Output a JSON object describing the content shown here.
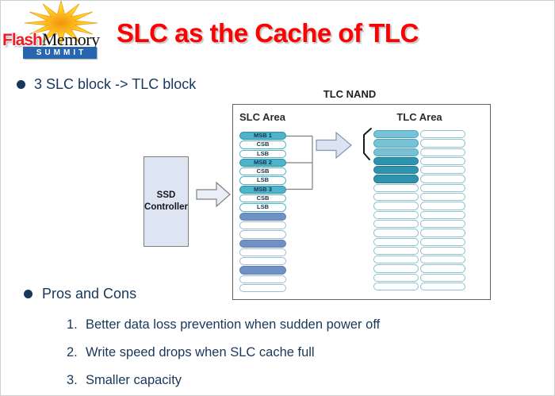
{
  "logo": {
    "brand_flash": "Flash",
    "brand_memory": "Memory",
    "brand_summit": "SUMMIT"
  },
  "title": "SLC as the Cache of TLC",
  "bullets": {
    "b1": "3 SLC block -> TLC block",
    "b2": "Pros and Cons"
  },
  "numbered_list": [
    {
      "num": "1.",
      "text": "Better data loss prevention when sudden power off"
    },
    {
      "num": "2.",
      "text": "Write speed drops when SLC cache full"
    },
    {
      "num": "3.",
      "text": "Smaller capacity"
    }
  ],
  "diagram": {
    "nand_label": "TLC NAND",
    "slc_area_label": "SLC Area",
    "tlc_area_label": "TLC Area",
    "controller_line1": "SSD",
    "controller_line2": "Controller",
    "slc_rows": [
      {
        "label": "MSB 1",
        "type": "msb"
      },
      {
        "label": "CSB",
        "type": "plain-teal"
      },
      {
        "label": "LSB",
        "type": "plain-teal"
      },
      {
        "label": "MSB 2",
        "type": "msb"
      },
      {
        "label": "CSB",
        "type": "plain-teal"
      },
      {
        "label": "LSB",
        "type": "plain-teal"
      },
      {
        "label": "MSB 3",
        "type": "msb"
      },
      {
        "label": "CSB",
        "type": "plain-teal"
      },
      {
        "label": "LSB",
        "type": "plain-teal"
      },
      {
        "label": "",
        "type": "blue"
      },
      {
        "label": "",
        "type": "plain-blue"
      },
      {
        "label": "",
        "type": "plain-blue"
      },
      {
        "label": "",
        "type": "blue"
      },
      {
        "label": "",
        "type": "plain-blue"
      },
      {
        "label": "",
        "type": "plain-blue"
      },
      {
        "label": "",
        "type": "blue"
      },
      {
        "label": "",
        "type": "plain-blue"
      },
      {
        "label": "",
        "type": "plain-blue"
      }
    ],
    "tlc_col1": [
      "light",
      "light",
      "light",
      "dark",
      "dark",
      "dark",
      "plain",
      "plain",
      "plain",
      "plain",
      "plain",
      "plain",
      "plain",
      "plain",
      "plain",
      "plain",
      "plain",
      "plain"
    ],
    "tlc_col2": [
      "plain",
      "plain",
      "plain",
      "plain",
      "plain",
      "plain",
      "plain",
      "plain",
      "plain",
      "plain",
      "plain",
      "plain",
      "plain",
      "plain",
      "plain",
      "plain",
      "plain",
      "plain"
    ]
  },
  "colors": {
    "title_red": "#fe0000",
    "navy_text": "#17375d",
    "teal_fill": "#4fb3ca",
    "teal_border": "#2d8ba4",
    "blue_fill": "#7191c4",
    "blue_border": "#5f7fb2",
    "plain_blue_border": "#9fbcd6",
    "tlc_light_fill": "#79c2d5",
    "tlc_light_border": "#49a6be",
    "tlc_dark_fill": "#2e93ae",
    "tlc_dark_border": "#1f7990",
    "tlc_plain_border": "#90c1cf",
    "arrow_fill": "#e2e9f5",
    "arrow_border": "#8496b0",
    "summit_blue": "#2766af"
  }
}
